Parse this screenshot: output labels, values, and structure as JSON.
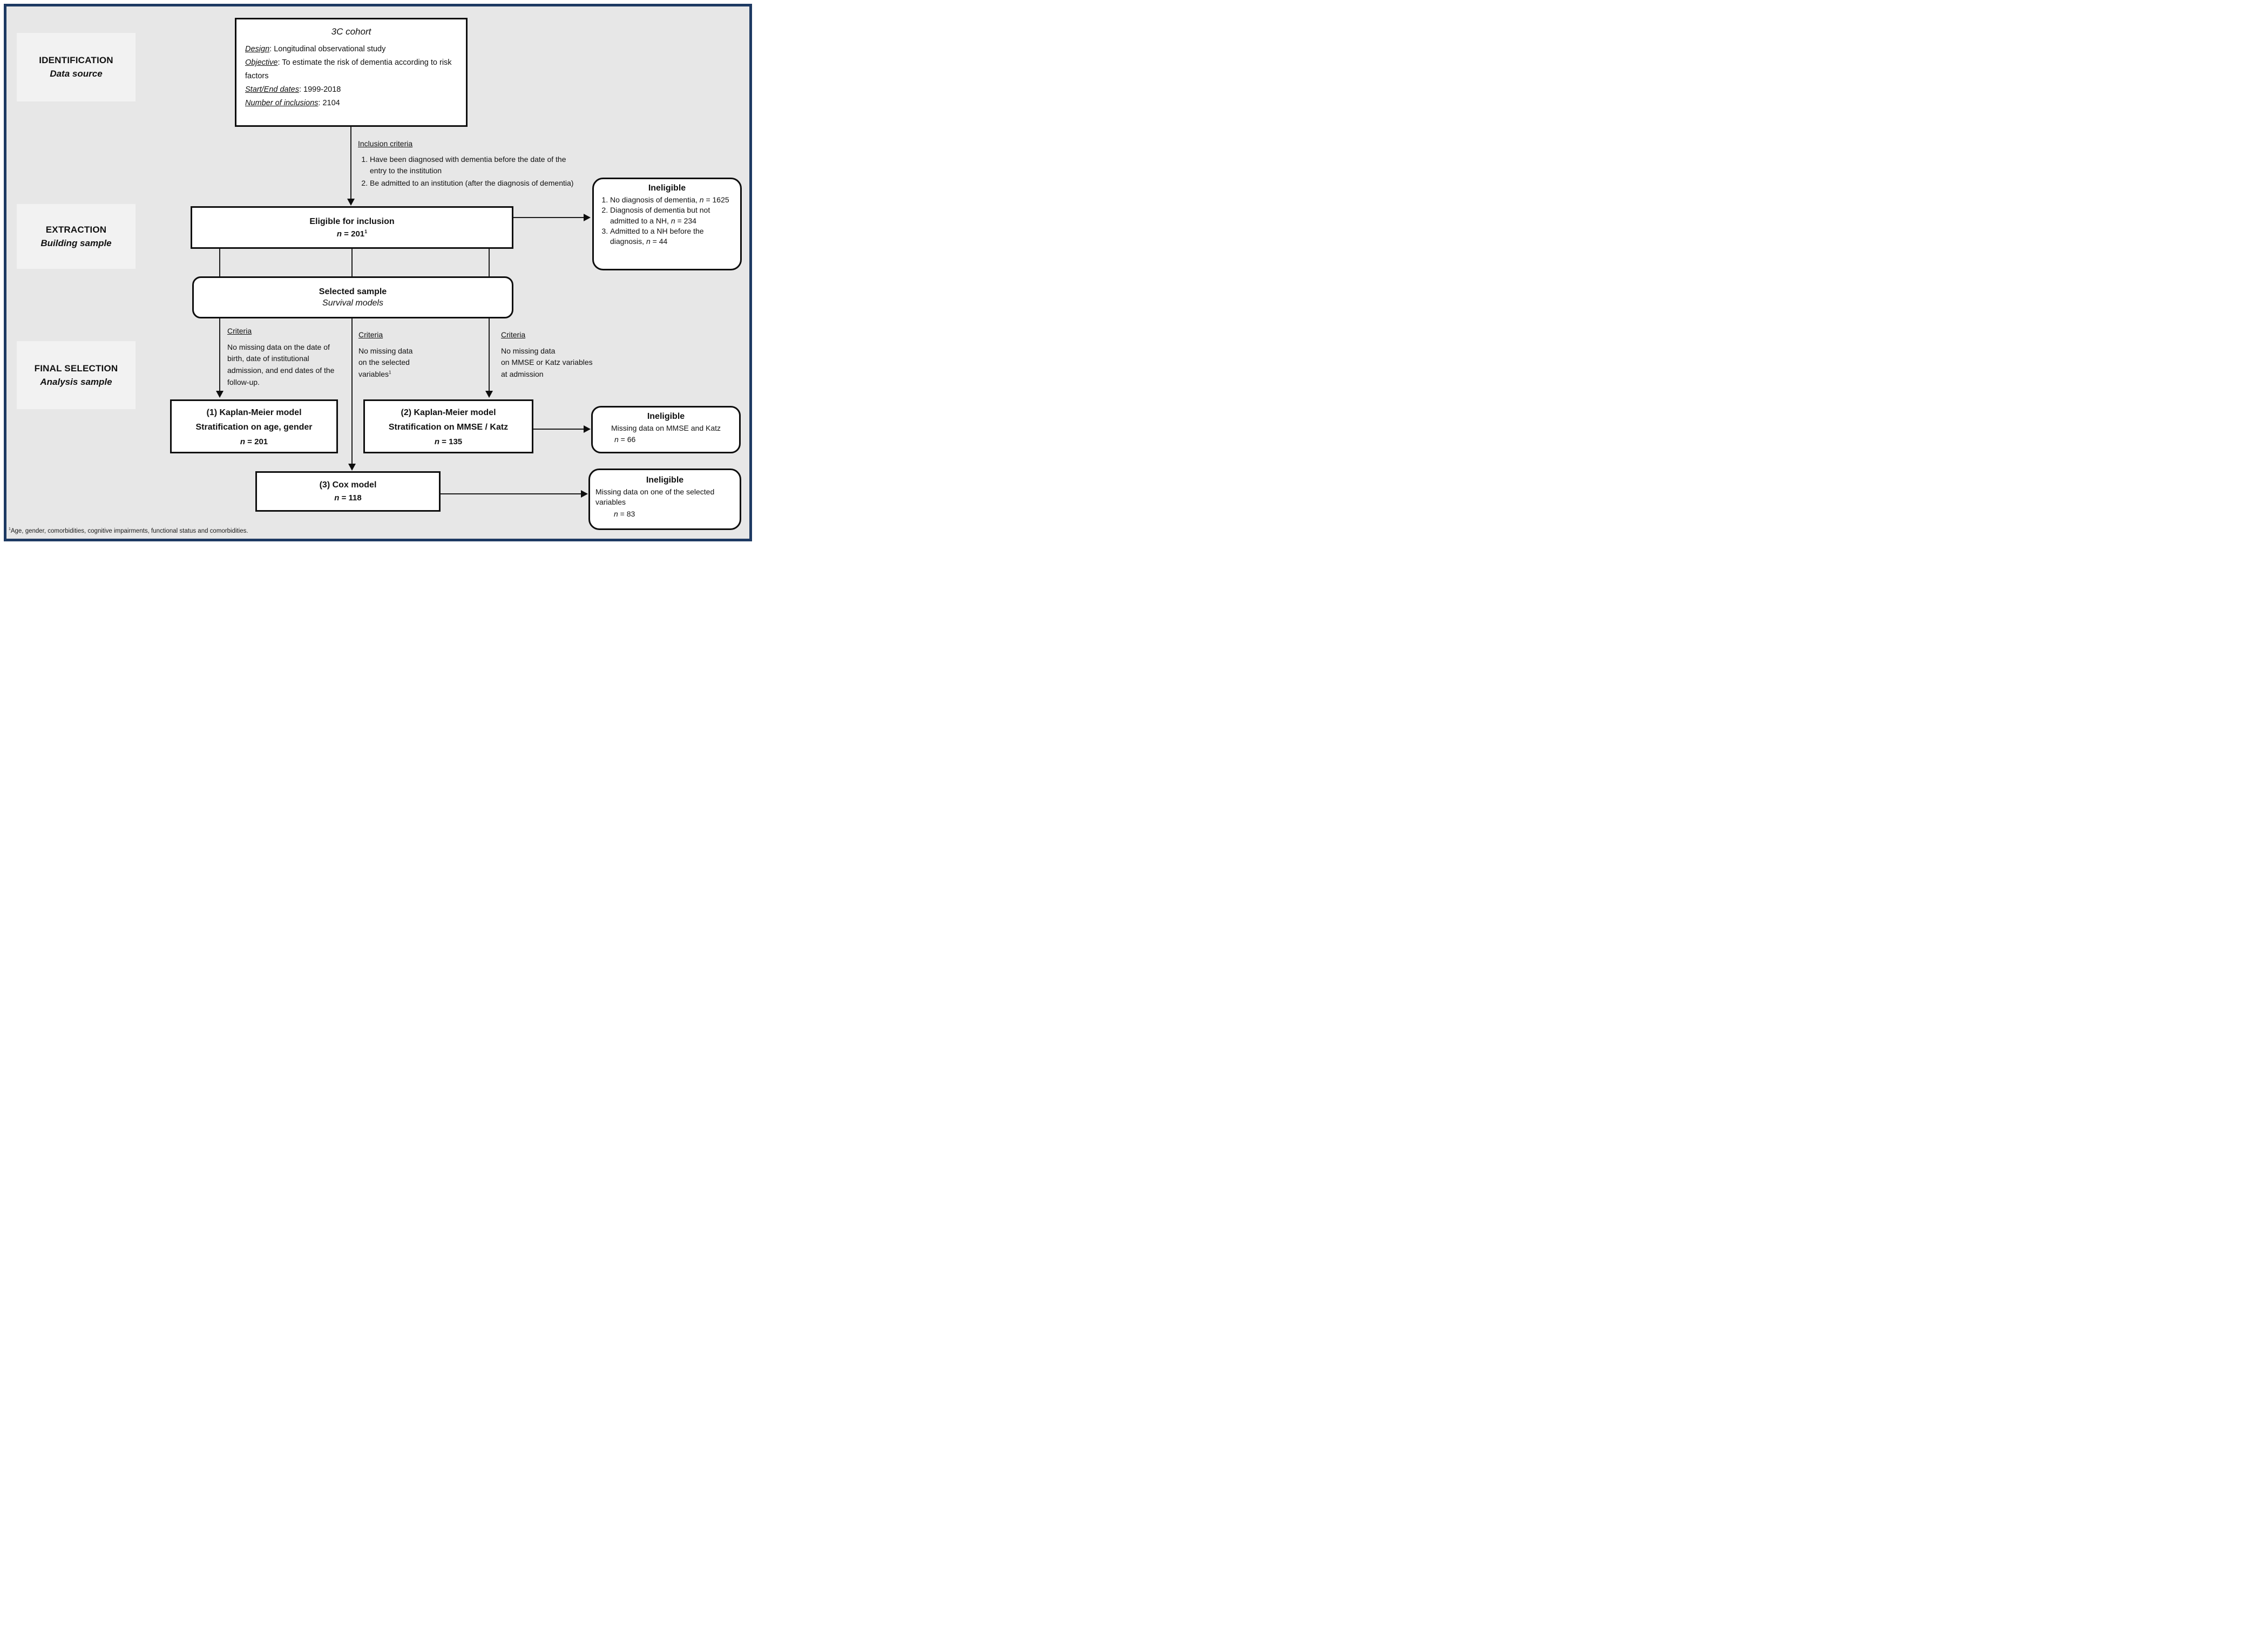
{
  "colors": {
    "frame": "#1e3a63",
    "background": "#e7e7e7",
    "stage_bg": "#f2f2f2",
    "box_bg": "#ffffff",
    "line_color": "#1c1c1c"
  },
  "stages": [
    {
      "title": "IDENTIFICATION",
      "subtitle": "Data source"
    },
    {
      "title": "EXTRACTION",
      "subtitle": "Building sample"
    },
    {
      "title": "FINAL SELECTION",
      "subtitle": "Analysis sample"
    }
  ],
  "cohort": {
    "title": "3C cohort",
    "details": [
      {
        "label": "Design",
        "value": ": Longitudinal observational study"
      },
      {
        "label": "Objective",
        "value": ": To estimate the risk of dementia according to risk factors"
      },
      {
        "label": "Start/End dates",
        "value": ": 1999-2018"
      },
      {
        "label": "Number of inclusions",
        "value": ": 2104"
      }
    ]
  },
  "inclusion": {
    "heading": "Inclusion criteria",
    "items": [
      "Have been diagnosed with dementia before the date of the entry to the institution",
      "Be admitted to an institution (after the diagnosis of dementia)"
    ]
  },
  "eligible": {
    "title": "Eligible for inclusion",
    "n_symbol": "n",
    "n_value": " = 201",
    "n_sup": "1"
  },
  "ineligible1": {
    "title": "Ineligible",
    "items": [
      {
        "text": "No diagnosis of dementia, ",
        "n": "n",
        "value": " = 1625"
      },
      {
        "text": "Diagnosis of dementia but not admitted to a NH, ",
        "n": "n",
        "value": " = 234"
      },
      {
        "text": "Admitted to a NH before the diagnosis, ",
        "n": "n",
        "value": " = 44"
      }
    ]
  },
  "selected": {
    "title": "Selected sample",
    "subtitle": "Survival models"
  },
  "criteria1": {
    "heading": "Criteria",
    "body": "No missing data on the date of birth, date of institutional admission, and end dates of the follow-up."
  },
  "criteria2": {
    "heading": "Criteria",
    "lines": [
      "No missing data",
      "on the selected"
    ],
    "last_line": "variables",
    "sup": "1"
  },
  "criteria3": {
    "heading": "Criteria",
    "lines": [
      "No missing data",
      "on MMSE or Katz variables",
      "at admission"
    ]
  },
  "model1": {
    "line1": "(1) Kaplan-Meier model",
    "line2": "Stratification on age, gender",
    "n_symbol": "n",
    "n_value": " = 201"
  },
  "model2": {
    "line1": "(2) Kaplan-Meier model",
    "line2": "Stratification on MMSE / Katz",
    "n_symbol": "n",
    "n_value": " = 135"
  },
  "model3": {
    "line1": "(3) Cox model",
    "n_symbol": "n",
    "n_value": " = 118"
  },
  "ineligible2": {
    "title": "Ineligible",
    "body": "Missing data on MMSE and Katz",
    "n_symbol": "n",
    "n_value": " = 66"
  },
  "ineligible3": {
    "title": "Ineligible",
    "body": "Missing data on one of the selected variables",
    "n_symbol": "n",
    "n_value": " = 83"
  },
  "footnote": {
    "sup": "1",
    "text": "Age, gender, comorbidities, cognitive impairments, functional status and comorbidities."
  }
}
